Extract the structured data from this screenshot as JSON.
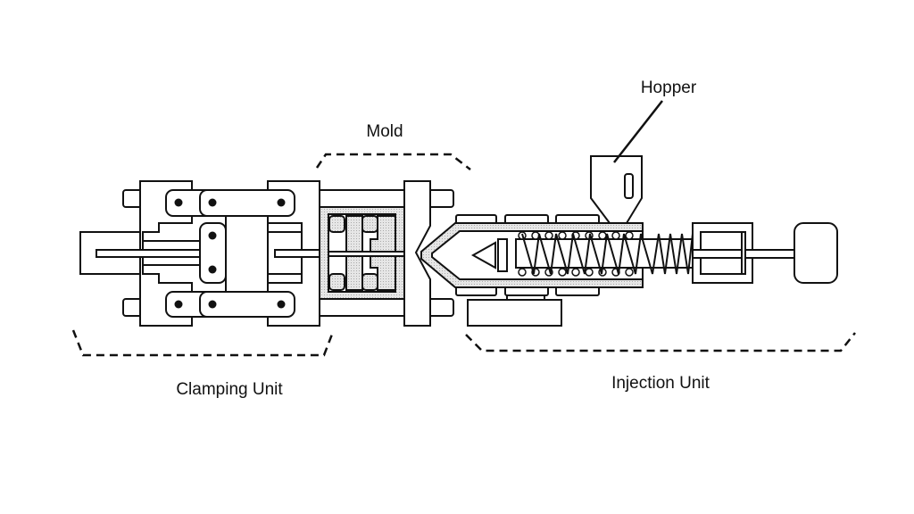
{
  "labels": {
    "hopper": "Hopper",
    "mold": "Mold",
    "clamping_unit": "Clamping Unit",
    "injection_unit": "Injection Unit"
  },
  "colors": {
    "line": "#111111",
    "fill_pattern": "#d8d8d8",
    "background": "#ffffff"
  }
}
